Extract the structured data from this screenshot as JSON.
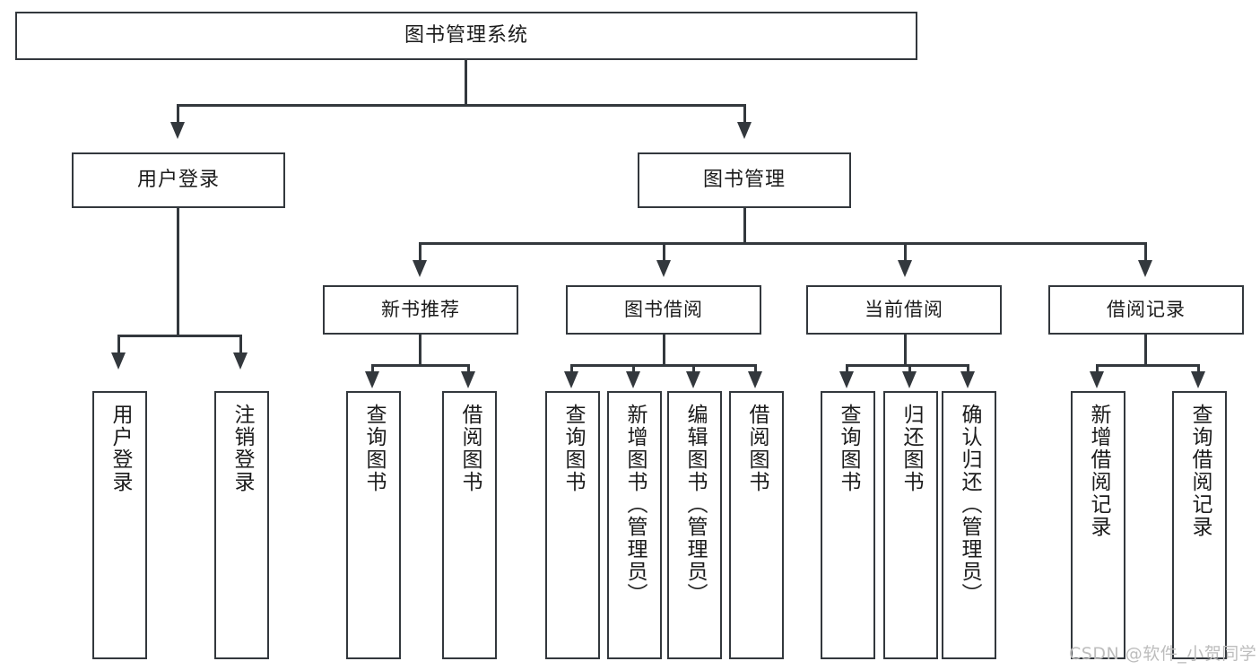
{
  "diagram": {
    "type": "tree-hierarchy",
    "title": "图书管理系统",
    "watermark": "CSDN @软件_小贺同学",
    "colors": {
      "stroke": "#33383d",
      "fill": "#ffffff",
      "text": "#1b1b1b",
      "watermark": "#bdbdbd"
    },
    "root": {
      "label": "图书管理系统"
    },
    "level1": [
      {
        "label": "用户登录"
      },
      {
        "label": "图书管理"
      }
    ],
    "level2": [
      {
        "label": "新书推荐"
      },
      {
        "label": "图书借阅"
      },
      {
        "label": "当前借阅"
      },
      {
        "label": "借阅记录"
      }
    ],
    "leaves": {
      "user_login": [
        {
          "label": "用户登录"
        },
        {
          "label": "注销登录"
        }
      ],
      "new_book_recommend": [
        {
          "label": "查询图书"
        },
        {
          "label": "借阅图书"
        }
      ],
      "book_borrow": [
        {
          "label": "查询图书"
        },
        {
          "label": "新增图书（管理员）"
        },
        {
          "label": "编辑图书（管理员）"
        },
        {
          "label": "借阅图书"
        }
      ],
      "current_borrow": [
        {
          "label": "查询图书"
        },
        {
          "label": "归还图书"
        },
        {
          "label": "确认归还（管理员）"
        }
      ],
      "borrow_record": [
        {
          "label": "新增借阅记录"
        },
        {
          "label": "查询借阅记录"
        }
      ]
    }
  }
}
